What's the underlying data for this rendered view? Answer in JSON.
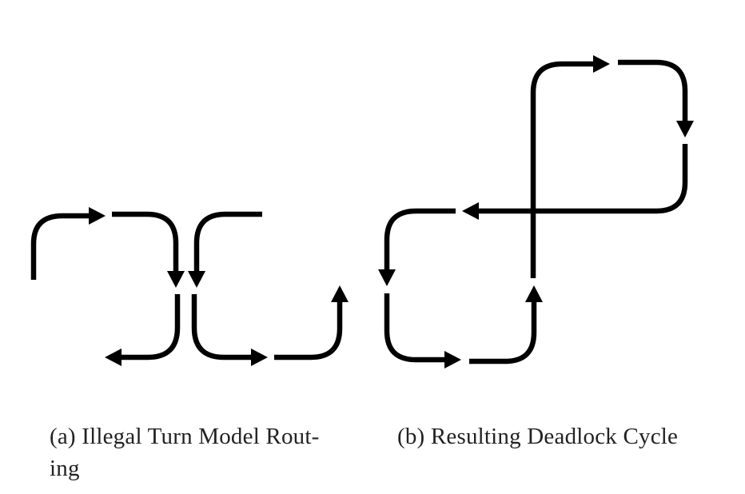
{
  "figure": {
    "ink_color": "#000000",
    "caption_color": "#222222",
    "panel_a": {
      "caption_line1": "(a) Illegal Turn Model Rout-",
      "caption_line2": "ing"
    },
    "panel_b": {
      "caption": "(b) Resulting Deadlock Cycle"
    }
  }
}
